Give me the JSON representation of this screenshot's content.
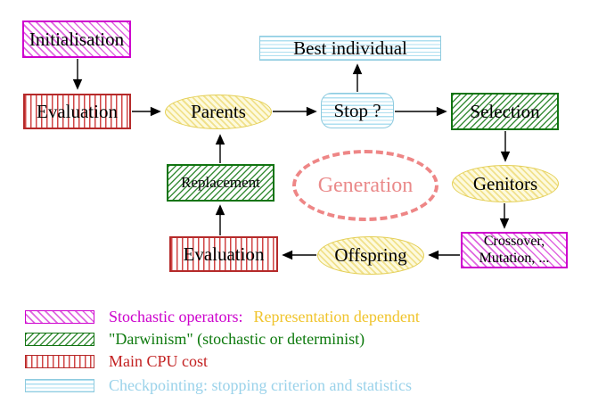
{
  "diagram_title": "",
  "nodes": {
    "initialisation": {
      "label": "Initialisation",
      "style": "magenta-diagonal-hatch"
    },
    "best_individual": {
      "label": "Best individual",
      "style": "cyan-horizontal-stripes"
    },
    "evaluation_top": {
      "label": "Evaluation",
      "style": "red-vertical-stripes"
    },
    "parents": {
      "label": "Parents",
      "style": "yellow-hatched-ellipse"
    },
    "stop": {
      "label": "Stop ?",
      "style": "cyan-horizontal-stripes-rounded"
    },
    "selection": {
      "label": "Selection",
      "style": "green-diagonal-hatch"
    },
    "replacement": {
      "label": "Replacement",
      "style": "green-diagonal-hatch"
    },
    "generation": {
      "label": "Generation",
      "style": "salmon-dashed-ellipse"
    },
    "genitors": {
      "label": "Genitors",
      "style": "yellow-hatched-ellipse"
    },
    "crossover": {
      "lines": [
        "Crossover,",
        "Mutation, ..."
      ],
      "style": "magenta-diagonal-hatch"
    },
    "offspring": {
      "label": "Offspring",
      "style": "yellow-hatched-ellipse"
    },
    "evaluation_bottom": {
      "label": "Evaluation",
      "style": "red-vertical-stripes"
    }
  },
  "edges": [
    {
      "from": "initialisation",
      "to": "evaluation_top"
    },
    {
      "from": "evaluation_top",
      "to": "parents"
    },
    {
      "from": "parents",
      "to": "stop"
    },
    {
      "from": "stop",
      "to": "best_individual"
    },
    {
      "from": "stop",
      "to": "selection"
    },
    {
      "from": "selection",
      "to": "genitors"
    },
    {
      "from": "genitors",
      "to": "crossover"
    },
    {
      "from": "crossover",
      "to": "offspring"
    },
    {
      "from": "offspring",
      "to": "evaluation_bottom"
    },
    {
      "from": "evaluation_bottom",
      "to": "replacement"
    },
    {
      "from": "replacement",
      "to": "parents"
    }
  ],
  "legend": {
    "items": [
      {
        "swatch": "magenta-diagonal-hatch",
        "label": "Stochastic operators:",
        "label_color": "#cc00cc",
        "label2": "Representation dependent",
        "label2_color": "#f0c42c"
      },
      {
        "swatch": "green-diagonal-hatch",
        "label": "\"Darwinism\" (stochastic or determinist)",
        "label_color": "#0e7a0e"
      },
      {
        "swatch": "red-vertical-stripes",
        "label": "Main CPU cost",
        "label_color": "#c32222"
      },
      {
        "swatch": "cyan-horizontal-stripes",
        "label": "Checkpointing: stopping criterion and statistics",
        "label_color": "#9ad2ea"
      }
    ]
  },
  "palette": {
    "magenta": "#ce00ce",
    "red": "#b52a2a",
    "green": "#117411",
    "cyan": "#8fcbdf",
    "yellow": "#e4cf55",
    "salmon": "#ee8686",
    "gold_text": "#f0c42c",
    "arrow": "#000000",
    "background": "#ffffff"
  }
}
